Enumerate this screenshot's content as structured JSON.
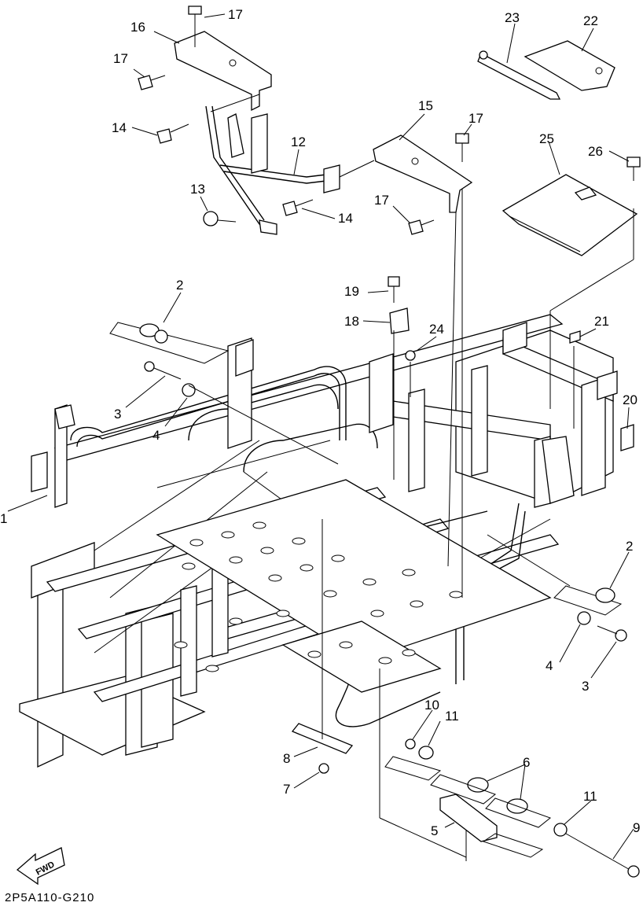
{
  "diagram": {
    "code": "2P5A110-G210",
    "fwd_label": "FWD",
    "callouts": [
      "1",
      "2",
      "2",
      "3",
      "3",
      "4",
      "4",
      "5",
      "6",
      "7",
      "8",
      "9",
      "10",
      "11",
      "11",
      "12",
      "13",
      "14",
      "14",
      "15",
      "16",
      "17",
      "17",
      "17",
      "17",
      "18",
      "19",
      "20",
      "21",
      "22",
      "23",
      "24",
      "25",
      "26"
    ]
  }
}
